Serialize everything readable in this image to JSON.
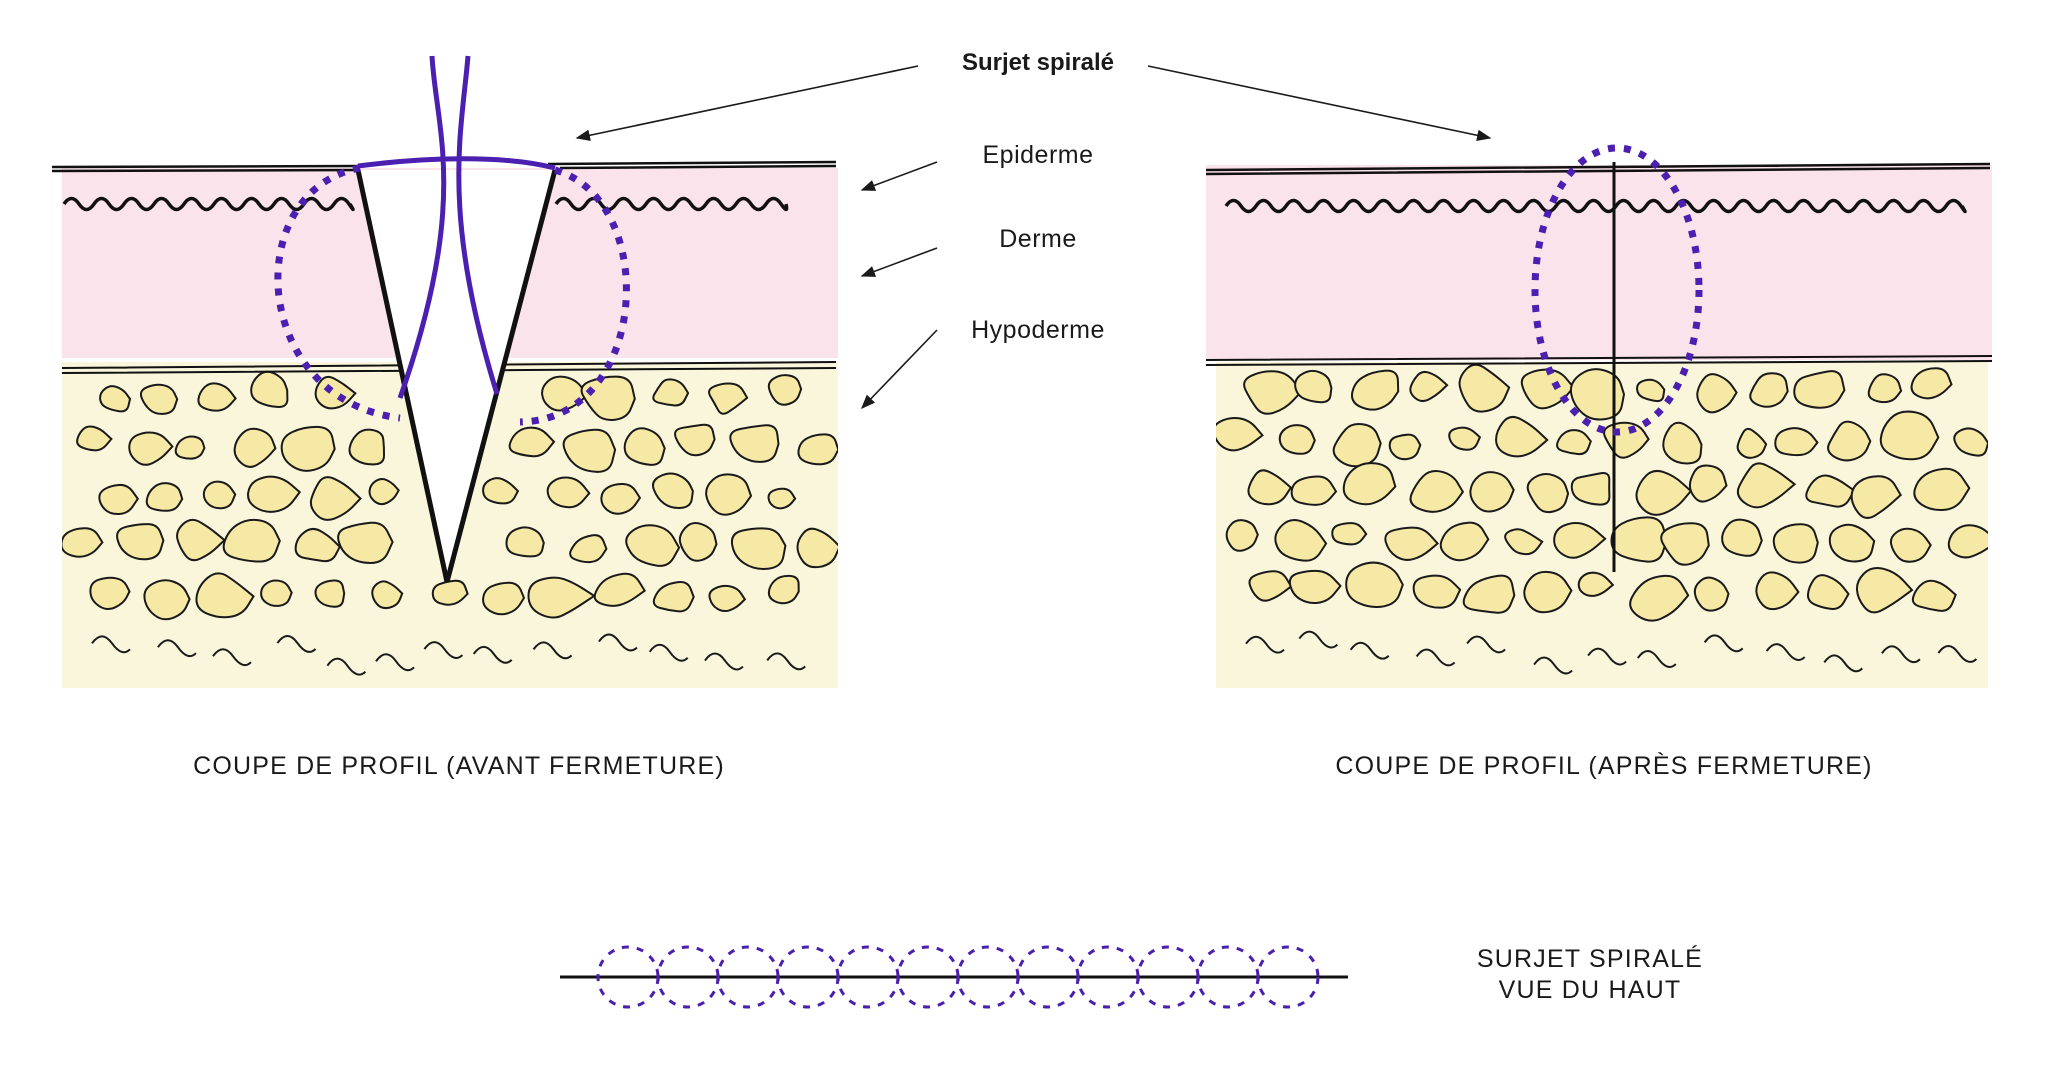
{
  "title": "Surjet spiralé",
  "layers": {
    "epiderme": "Epiderme",
    "derme": "Derme",
    "hypoderme": "Hypoderme"
  },
  "captions": {
    "left": "COUPE DE PROFIL (AVANT FERMETURE)",
    "right": "COUPE DE PROFIL (APRÈS FERMETURE)",
    "bottom_line1": "SURJET SPIRALÉ",
    "bottom_line2": "VUE DU HAUT"
  },
  "colors": {
    "dermis": "#fbe3ec",
    "hypodermis": "#f9f6dc",
    "fat_cell": "#f6e9a6",
    "suture": "#4b1fb0",
    "outline": "#111111"
  },
  "icons": {
    "annotation_arrow": "arrow-icon",
    "suture_loop": "dotted-circle-icon"
  }
}
